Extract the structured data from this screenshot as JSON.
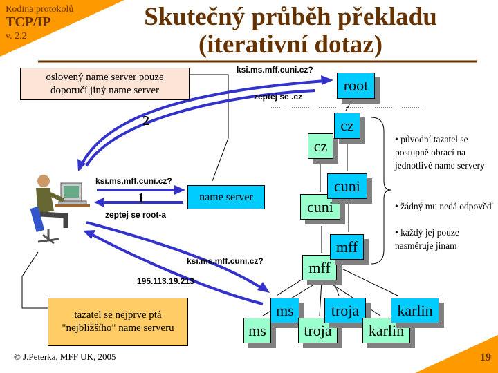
{
  "corner": {
    "line1": "Rodina protokolů",
    "line2": "TCP/IP",
    "line3": "v. 2.2"
  },
  "title": {
    "line1": "Skutečný průběh překladu",
    "line2": "(iterativní dotaz)"
  },
  "notes": {
    "top": "oslovený name server pouze doporučí jiný name server",
    "bottom": "tazatel se nejprve ptá \"nejbližšího\" name serveru"
  },
  "servers": {
    "root": "root",
    "cz": "cz",
    "cuni": "cuni",
    "mff": "mff",
    "ms": "ms",
    "troja": "troja",
    "karlin": "karlin",
    "name_server": "name server"
  },
  "labels": {
    "q_root": "ksi.ms.mff.cuni.cz?",
    "a_root": "zeptej se .cz",
    "step2": "2",
    "q_local": "ksi.ms.mff.cuni.cz?",
    "step1": "1",
    "a_local": "zeptej se root-a",
    "q_ms": "ksi.ms.mff.cuni.cz?",
    "a_ms": "195.113.19.213"
  },
  "bullets": [
    "• původní tazatel se postupně obrací na jednotlivé name servery",
    "• žádný mu nedá odpověď",
    "• každý jej pouze nasměruje jinam"
  ],
  "footer": {
    "copyright": "© J.Peterka, MFF UK, 2005",
    "page": "19"
  },
  "colors": {
    "brand": "#663300",
    "accent": "#FF9900",
    "server": "#00CCFF",
    "server_alt": "#99FFCC",
    "arrow": "#3333CC"
  }
}
